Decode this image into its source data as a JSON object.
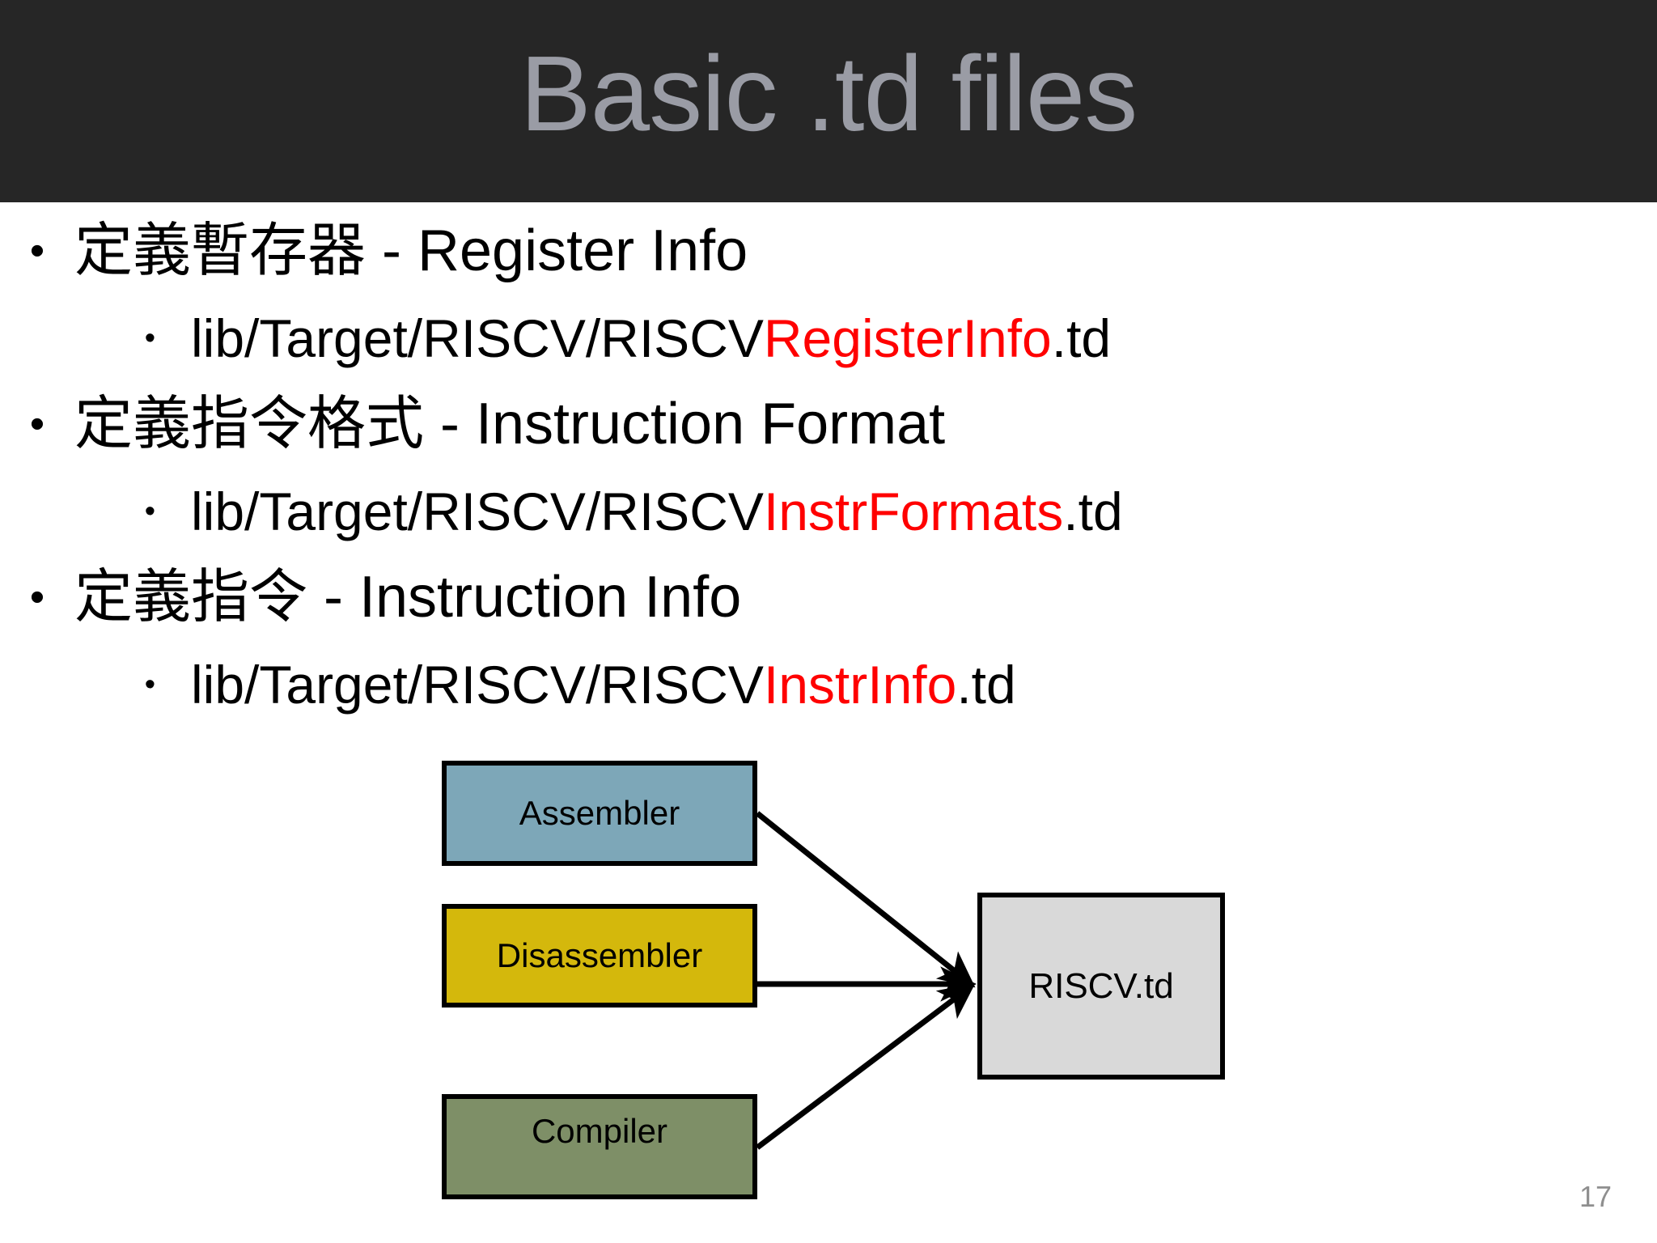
{
  "slide": {
    "title": "Basic .td files",
    "page_number": "17",
    "title_band_color": "#262626",
    "title_text_color": "#9a9ca5",
    "background_color": "#ffffff",
    "highlight_color": "#ff0000"
  },
  "bullets": [
    {
      "level": 1,
      "marker": "•",
      "text": "定義暫存器 - Register Info"
    },
    {
      "level": 2,
      "marker": "•",
      "prefix": "lib/Target/RISCV/RISCV",
      "highlight": "RegisterInfo",
      "suffix": ".td"
    },
    {
      "level": 1,
      "marker": "•",
      "text": "定義指令格式 - Instruction Format"
    },
    {
      "level": 2,
      "marker": "•",
      "prefix": "lib/Target/RISCV/RISCV",
      "highlight": "InstrFormats",
      "suffix": ".td"
    },
    {
      "level": 1,
      "marker": "•",
      "text": "定義指令 - Instruction Info"
    },
    {
      "level": 2,
      "marker": "•",
      "prefix": "lib/Target/RISCV/RISCV",
      "highlight": "InstrInfo",
      "suffix": ".td"
    }
  ],
  "diagram": {
    "nodes": [
      {
        "id": "assembler",
        "label": "Assembler",
        "fill": "#7da7b8",
        "border": "#000000"
      },
      {
        "id": "disassembler",
        "label": "Disassembler",
        "fill": "#d4b80c",
        "border": "#000000"
      },
      {
        "id": "compiler",
        "label": "Compiler",
        "fill": "#7e8f67",
        "border": "#000000"
      },
      {
        "id": "riscv",
        "label": "RISCV.td",
        "fill": "#d9d9d9",
        "border": "#000000"
      }
    ],
    "edges": [
      {
        "from": "assembler",
        "to": "riscv",
        "arrow": true
      },
      {
        "from": "disassembler",
        "to": "riscv",
        "arrow": true
      },
      {
        "from": "compiler",
        "to": "riscv",
        "arrow": true
      }
    ]
  }
}
